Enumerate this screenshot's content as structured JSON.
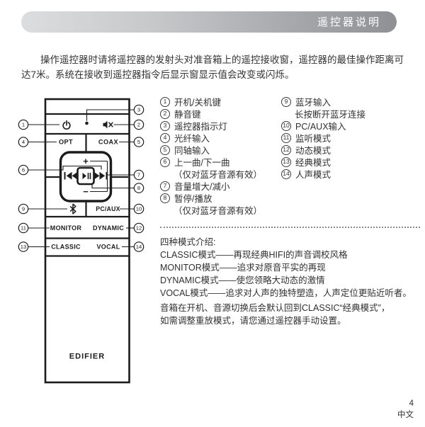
{
  "header": {
    "title": "遥控器说明"
  },
  "intro": "操作遥控器时请将遥控器的发射头对准音箱上的遥控接收窗，遥控器的最佳操作距离可达7米。系统在接收到遥控器指令后显示窗显示值会改变或闪烁。",
  "remote": {
    "brand": "EDIFIER",
    "buttons": {
      "opt": "OPT",
      "coax": "COAX",
      "pc_aux": "PC/AUX",
      "monitor": "MONITOR",
      "dynamic": "DYNAMIC",
      "classic": "CLASSIC",
      "vocal": "VOCAL"
    },
    "icons": {
      "plus": "+",
      "minus": "−",
      "power": "power-symbol",
      "mute": "muted-speaker",
      "led": "indicator-dot",
      "prev": "previous-track",
      "play_pause": "play-pause",
      "next": "next-track",
      "bluetooth": "bluetooth-rune"
    },
    "callouts": {
      "c1": "1",
      "c2": "2",
      "c3": "3",
      "c4": "4",
      "c5": "5",
      "c6": "6",
      "c7": "7",
      "c8": "8",
      "c9": "9",
      "c10": "10",
      "c11": "11",
      "c12": "12",
      "c13": "13",
      "c14": "14"
    }
  },
  "legend": {
    "left": [
      {
        "num": "1",
        "text": "开机/关机键"
      },
      {
        "num": "2",
        "text": "静音键"
      },
      {
        "num": "3",
        "text": "遥控器指示灯"
      },
      {
        "num": "4",
        "text": "光纤输入"
      },
      {
        "num": "5",
        "text": "同轴输入"
      },
      {
        "num": "6",
        "text": "上一曲/下一曲",
        "note": "（仅对蓝牙音源有效）"
      },
      {
        "num": "7",
        "text": "音量增大/减小"
      },
      {
        "num": "8",
        "text": "暂停/播放",
        "note": "（仅对蓝牙音源有效）"
      }
    ],
    "right": [
      {
        "num": "9",
        "text": "蓝牙输入",
        "note": "长按断开蓝牙连接"
      },
      {
        "num": "10",
        "text": "PC/AUX输入"
      },
      {
        "num": "11",
        "text": "监听模式"
      },
      {
        "num": "12",
        "text": "动态模式"
      },
      {
        "num": "13",
        "text": "经典模式"
      },
      {
        "num": "14",
        "text": "人声模式"
      }
    ]
  },
  "modes": {
    "heading": "四种模式介绍:",
    "lines": [
      "CLASSIC模式——再现经典HIFI的声音调校风格",
      "MONITOR模式——追求对原音平实的再现",
      "DYNAMIC模式——使您领略大动态的激情",
      "VOCAL模式——追求对人声的独特塑造，人声定位更贴近听者。"
    ]
  },
  "default_note": {
    "line1": "音箱在开机、音源切换后会默认回到CLASSIC“经典模式”，",
    "line2": "如需调整重放模式，请您通过遥控器手动设置。"
  },
  "footer": {
    "page": "4",
    "lang": "中文"
  }
}
